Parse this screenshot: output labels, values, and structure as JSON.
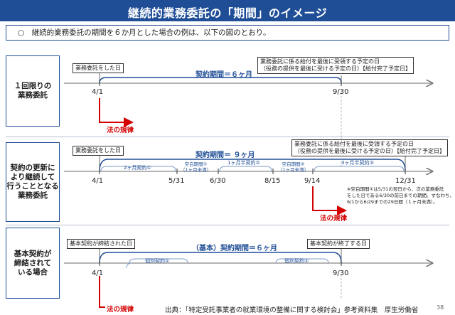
{
  "header": {
    "title": "継続的業務委託の「期間」のイメージ"
  },
  "intro": {
    "text": "○　継続的業務委託の期間を６か月とした場合の例は、以下の図のとおり。"
  },
  "rows": [
    {
      "label": "１回限りの\n業務委託"
    },
    {
      "label": "契約の更新に\nより継続して\n行うこととなる\n業務委託"
    },
    {
      "label": "基本契約が\n締結されて\nいる場合"
    }
  ],
  "row1": {
    "start_label": "業務委託をした日",
    "end_label": "業務委託に係る給付を最後に受領する予定の日\n（役務の提供を最後に受ける予定の日）【給付完了予定日】",
    "period": "契約期間＝６ヶ月",
    "dates": [
      "4/1",
      "9/30"
    ],
    "law": "法の規律"
  },
  "row2": {
    "start_label": "業務委託をした日",
    "end_label": "業務委託に係る給付を最後に受領する予定の日\n（役務の提供を最後に受ける予定の日）【給付完了予定日】",
    "period": "契約期間＝ ９ヶ月",
    "dates": [
      "4/1",
      "5/31",
      "6/30",
      "8/15",
      "9/14",
      "12/31"
    ],
    "segments": [
      "2ヶ月契約①",
      "空白期間①\n（1ヶ月未満）",
      "1ヶ月半契約②",
      "空白期間②\n（1ヶ月未満）",
      "3ヶ月半契約③"
    ],
    "note": "※空白期間①は5/31の翌日から、次の業務委託\nをした日である6/30の前日までの期間。すなわち、\n6/1から6/29までの29日間（１ヶ月未満）。",
    "law": "法の規律"
  },
  "row3": {
    "start_label": "基本契約が締結された日",
    "end_label": "基本契約が終了する日",
    "period": "（基本）契約期間＝６ヶ月",
    "dates": [
      "4/1",
      "9/30"
    ],
    "segments": [
      "個別契約①",
      "個別契約②"
    ],
    "law": "法の規律"
  },
  "footer": {
    "source": "出典：「特定受託事業者の就業環境の整備に関する検討会」参考資料集　厚生労働省",
    "page": "38"
  }
}
